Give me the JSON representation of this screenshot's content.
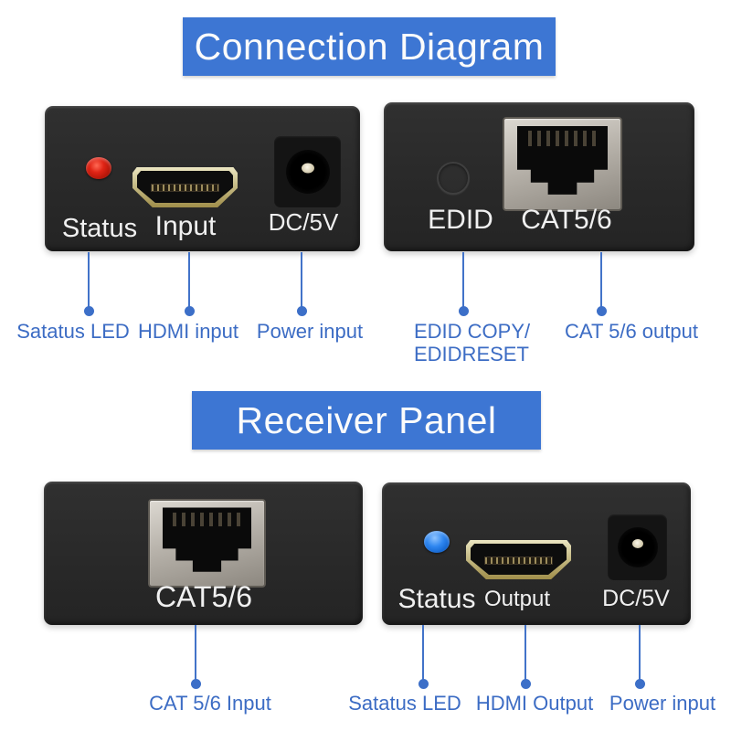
{
  "banners": {
    "connection": "Connection Diagram",
    "receiver": "Receiver Panel"
  },
  "panels": {
    "tx_front": {
      "status": "Status",
      "input": "Input",
      "dc": "DC/5V"
    },
    "tx_back": {
      "edid": "EDID",
      "cat": "CAT5/6"
    },
    "rx_front": {
      "cat": "CAT5/6"
    },
    "rx_back": {
      "status": "Status",
      "output": "Output",
      "dc": "DC/5V"
    }
  },
  "callouts": {
    "tx_status": "Satatus LED",
    "tx_hdmi": "HDMI input",
    "tx_power": "Power input",
    "edid_line1": "EDID COPY/",
    "edid_line2": "EDIDRESET",
    "cat_output": "CAT 5/6 output",
    "cat_input": "CAT 5/6 Input",
    "rx_status": "Satatus LED",
    "rx_hdmi": "HDMI Output",
    "rx_power": "Power input"
  },
  "colors": {
    "banner_blue": "#3d76d3",
    "callout_blue": "#3c6cc4",
    "panel_black": "#2a2a2a",
    "led_red": "#d21b0e",
    "led_blue": "#2e86f0",
    "hdmi_gold": "#c4b77f",
    "rj45_silver": "#b7b2aa",
    "label_white": "#f0f0f0"
  }
}
